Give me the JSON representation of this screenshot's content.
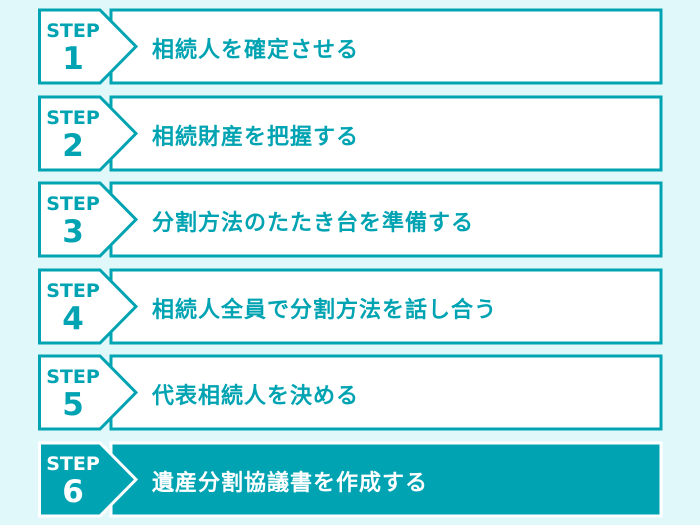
{
  "colors": {
    "accent": "#00a3b2",
    "background": "#e1f8fb",
    "box": "#ffffff"
  },
  "step_label": "STEP",
  "steps": [
    {
      "number": "1",
      "title": "相続人を確定させる",
      "active": false
    },
    {
      "number": "2",
      "title": "相続財産を把握する",
      "active": false
    },
    {
      "number": "3",
      "title": "分割方法のたたき台を準備する",
      "active": false
    },
    {
      "number": "4",
      "title": "相続人全員で分割方法を話し合う",
      "active": false
    },
    {
      "number": "5",
      "title": "代表相続人を決める",
      "active": false
    },
    {
      "number": "6",
      "title": "遺産分割協議書を作成する",
      "active": true
    }
  ]
}
